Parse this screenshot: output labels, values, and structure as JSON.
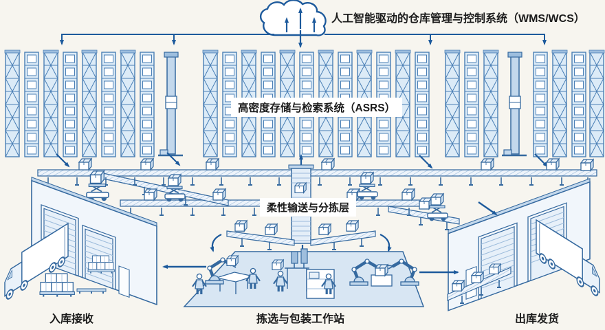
{
  "labels": {
    "wms": "人工智能驱动的仓库管理与控制系统（WMS/WCS）",
    "asrs": "高密度存储与检索系统（ASRS）",
    "conveyor": "柔性输送与分拣层",
    "inbound": "入库接收",
    "workstation": "拣选与包装工作站",
    "outbound": "出库发货"
  },
  "icons": {
    "cloud": "cloud-icon",
    "up_arrow": "↑",
    "down_arrow": "↓",
    "left_arrow": "←",
    "right_arrow": "→"
  },
  "colors": {
    "background": "#f7f5ef",
    "accent_dark_blue": "#1d5a9c",
    "line_blue": "#35699f",
    "mid_blue": "#4a7fb5",
    "light_blue_fill": "#dcebf7",
    "pale_blue": "#c3d8ec",
    "white": "#ffffff",
    "text": "#1b1b1b"
  }
}
